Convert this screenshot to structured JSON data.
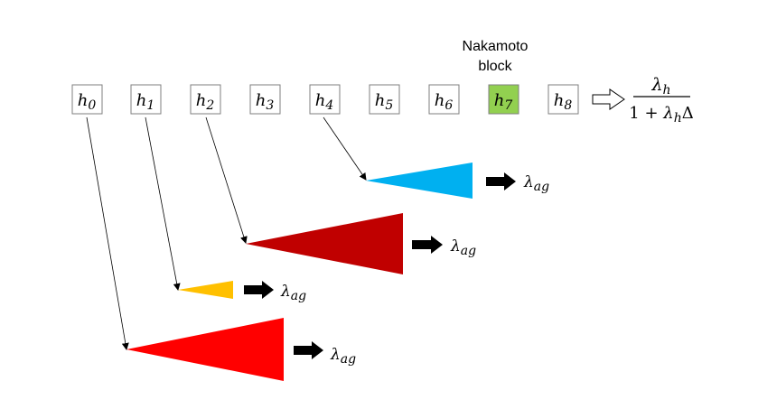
{
  "header": {
    "line1": "Nakamoto",
    "line2": "block"
  },
  "blocks": [
    {
      "symbol": "h",
      "sub": "0"
    },
    {
      "symbol": "h",
      "sub": "1"
    },
    {
      "symbol": "h",
      "sub": "2"
    },
    {
      "symbol": "h",
      "sub": "3"
    },
    {
      "symbol": "h",
      "sub": "4"
    },
    {
      "symbol": "h",
      "sub": "5"
    },
    {
      "symbol": "h",
      "sub": "6"
    },
    {
      "symbol": "h",
      "sub": "7",
      "highlight": true
    },
    {
      "symbol": "h",
      "sub": "8"
    }
  ],
  "rate_formula": {
    "numerator_symbol": "λ",
    "numerator_sub": "h",
    "den_prefix": "1 + ",
    "den_symbol": "λ",
    "den_sub": "h",
    "den_suffix": "Δ"
  },
  "branches": [
    {
      "from_block": "h4",
      "color": "#00b0f0",
      "rate_symbol": "λ",
      "rate_sub": "ag"
    },
    {
      "from_block": "h2",
      "color": "#c00000",
      "rate_symbol": "λ",
      "rate_sub": "ag"
    },
    {
      "from_block": "h1",
      "color": "#ffc000",
      "rate_symbol": "λ",
      "rate_sub": "ag"
    },
    {
      "from_block": "h0",
      "color": "#ff0000",
      "rate_symbol": "λ",
      "rate_sub": "ag"
    }
  ],
  "colors": {
    "nakamoto_block": "#92d050",
    "block_border": "#7f7f7f",
    "arrow": "#000000"
  }
}
